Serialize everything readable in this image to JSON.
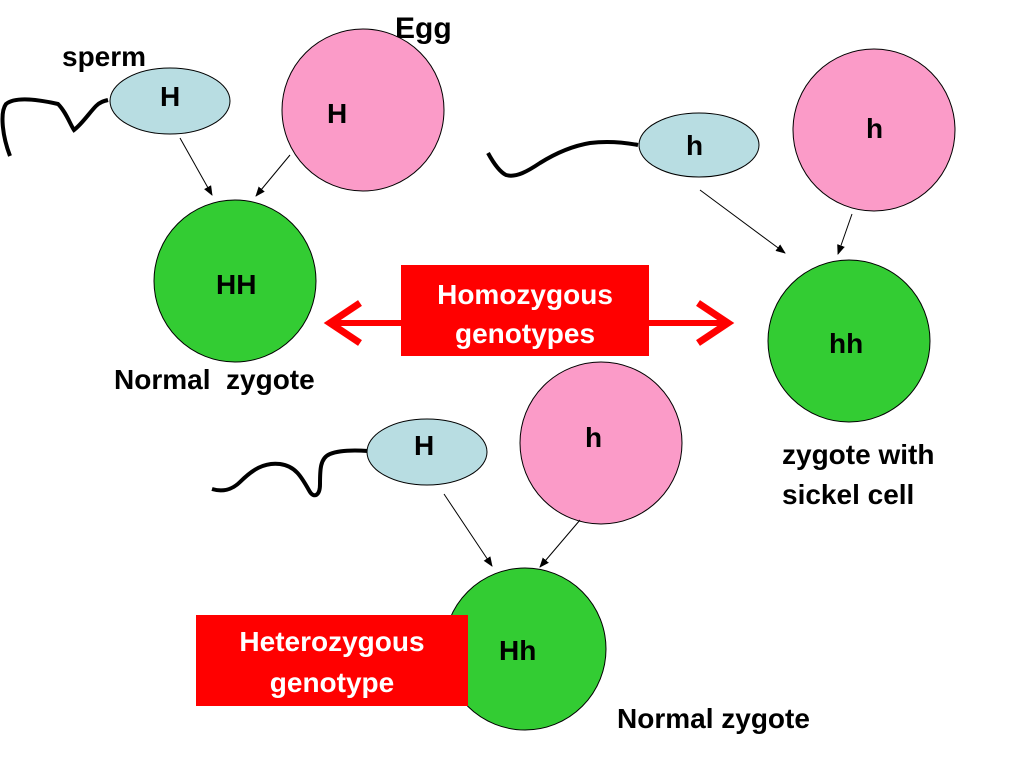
{
  "labels": {
    "egg": "Egg",
    "sperm": "sperm",
    "normal_zygote_left": "Normal  zygote",
    "sickle_line1": "zygote with",
    "sickle_line2": "sickel cell",
    "normal_zygote_bottom": "Normal zygote"
  },
  "cells": {
    "sperm_top_left": "H",
    "egg_top_left": "H",
    "zygote_hh_upper": "HH",
    "sperm_top_right": "h",
    "egg_top_right": "h",
    "zygote_hh_lower": "hh",
    "sperm_bottom": "H",
    "egg_bottom": "h",
    "zygote_bottom": "Hh"
  },
  "boxes": {
    "homozygous_line1": "Homozygous",
    "homozygous_line2": "genotypes",
    "heterozygous_line1": "Heterozygous",
    "heterozygous_line2": "genotype"
  },
  "colors": {
    "sperm_fill": "#b8dde2",
    "egg_fill": "#fb9bc8",
    "zygote_fill": "#33cc33",
    "box_fill": "#ff0000",
    "arrow_red": "#ff0000"
  }
}
